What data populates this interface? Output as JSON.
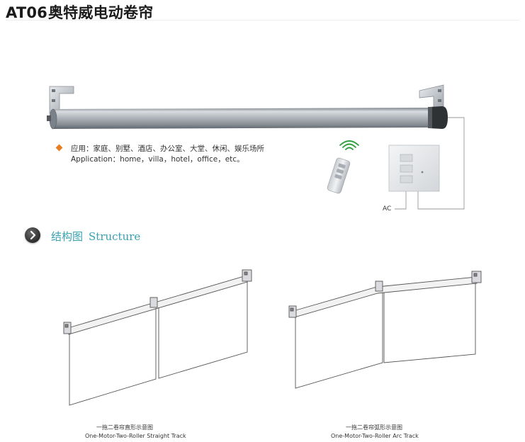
{
  "header": {
    "model": "AT06",
    "product_name": "奥特威电动卷帘"
  },
  "application": {
    "cn": "应用：家庭、别墅、酒店、办公室、大堂、休闲、娱乐场所",
    "en": "Application：home，villa，hotel，office，etc。"
  },
  "wiring": {
    "ac_label": "AC"
  },
  "structure": {
    "heading_cn": "结构图",
    "heading_en": "Structure"
  },
  "diagrams": [
    {
      "caption_cn": "一拖二卷帘直形示意图",
      "caption_en": "One-Motor-Two-Roller Straight Track"
    },
    {
      "caption_cn": "一拖二卷帘弧形示意图",
      "caption_en": "One-Motor-Two-Roller Arc Track"
    }
  ],
  "colors": {
    "accent_orange": "#e77e23",
    "heading_teal": "#3aa0b0",
    "remote_signal_green": "#2e9e3e",
    "tube_silver": "#b7bcc2"
  },
  "icons": [
    "motor-tube",
    "remote-control",
    "wireless-signal-icon",
    "wall-switch",
    "chevron-right-icon",
    "mounting-bracket"
  ]
}
